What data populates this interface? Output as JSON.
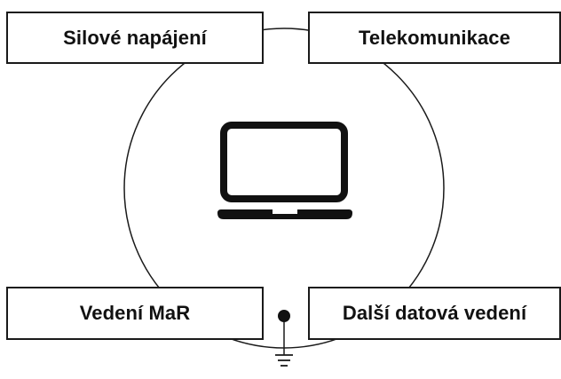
{
  "boxes": {
    "power": "Silové napájení",
    "telecom": "Telekomunikace",
    "mar": "Vedení MaR",
    "data_lines": "Další datová vedení"
  },
  "icons": {
    "center": "laptop-icon",
    "bottom": "ground-icon",
    "junction": "connection-point"
  },
  "colors": {
    "line": "#1a1a1a",
    "background": "#ffffff"
  }
}
